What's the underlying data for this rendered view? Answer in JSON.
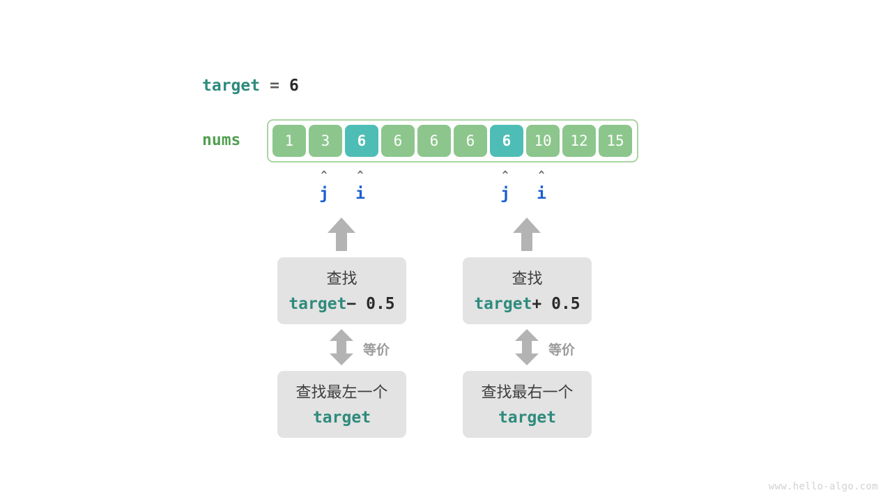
{
  "diagram": {
    "watermark": "www.hello-algo.com",
    "colors": {
      "cell_normal": "#8cc68c",
      "cell_highlight": "#4ebdb5",
      "array_border": "#a9d5a2",
      "target_keyword": "#2e8b7c",
      "nums_label": "#52a052",
      "pointer": "#1a5fd0",
      "arrow_gray": "#b3b3b3",
      "box_gray": "#e3e3e3"
    },
    "target_line": {
      "variable": "target",
      "operator": "=",
      "value": "6"
    },
    "array": {
      "label": "nums",
      "cells": [
        {
          "value": "1",
          "highlight": false
        },
        {
          "value": "3",
          "highlight": false
        },
        {
          "value": "6",
          "highlight": true
        },
        {
          "value": "6",
          "highlight": false
        },
        {
          "value": "6",
          "highlight": false
        },
        {
          "value": "6",
          "highlight": false
        },
        {
          "value": "6",
          "highlight": true
        },
        {
          "value": "10",
          "highlight": false
        },
        {
          "value": "12",
          "highlight": false
        },
        {
          "value": "15",
          "highlight": false
        }
      ]
    },
    "pointers": [
      {
        "label": "j",
        "caret": "^",
        "cell_index": 1,
        "group": "left"
      },
      {
        "label": "i",
        "caret": "^",
        "cell_index": 2,
        "group": "left"
      },
      {
        "label": "j",
        "caret": "^",
        "cell_index": 6,
        "group": "right"
      },
      {
        "label": "i",
        "caret": "^",
        "cell_index": 7,
        "group": "right"
      }
    ],
    "branches": [
      {
        "side": "left",
        "search_box": {
          "line1": "查找",
          "expr_var": "target",
          "expr_op": "− 0.5"
        },
        "equiv_label": "等价",
        "result_box": {
          "line1": "查找最左一个",
          "expr_var": "target"
        }
      },
      {
        "side": "right",
        "search_box": {
          "line1": "查找",
          "expr_var": "target",
          "expr_op": "+ 0.5"
        },
        "equiv_label": "等价",
        "result_box": {
          "line1": "查找最右一个",
          "expr_var": "target"
        }
      }
    ]
  }
}
